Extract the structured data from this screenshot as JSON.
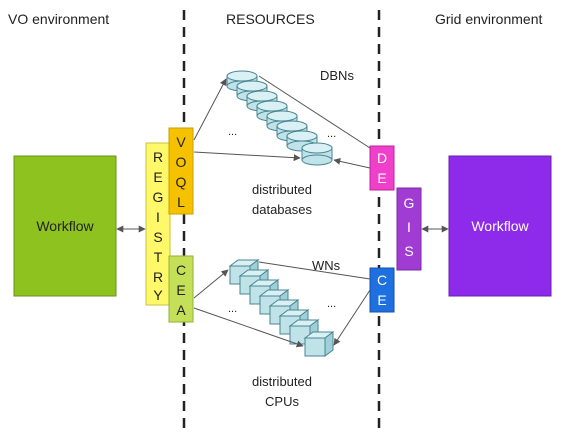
{
  "headers": {
    "vo": "VO environment",
    "resources": "RESOURCES",
    "grid": "Grid environment"
  },
  "vo_workflow": {
    "label": "Workflow",
    "color": "#8DC21F"
  },
  "grid_workflow": {
    "label": "Workflow",
    "color": "#8E2BEA"
  },
  "registry": {
    "letters": [
      "R",
      "E",
      "G",
      "I",
      "S",
      "T",
      "R",
      "Y"
    ],
    "color": "#FFF96A"
  },
  "voql": {
    "letters": [
      "V",
      "O",
      "Q",
      "L"
    ],
    "color": "#F6C200"
  },
  "cea": {
    "letters": [
      "C",
      "E",
      "A"
    ],
    "color": "#C4DF58"
  },
  "de": {
    "letters": [
      "D",
      "E"
    ],
    "color": "#F03FCB"
  },
  "gis": {
    "letters": [
      "G",
      "I",
      "S"
    ],
    "color": "#A03BD4"
  },
  "ce": {
    "letters": [
      "C",
      "E"
    ],
    "color": "#1E6FE0"
  },
  "databases": {
    "label": "DBNs",
    "caption_line1": "distributed",
    "caption_line2": "databases",
    "ellipsis": "...",
    "color": "#BFE3E8"
  },
  "cpus": {
    "label": "WNs",
    "caption_line1": "distributed",
    "caption_line2": "CPUs",
    "ellipsis": "...",
    "color": "#BFE3E8"
  }
}
